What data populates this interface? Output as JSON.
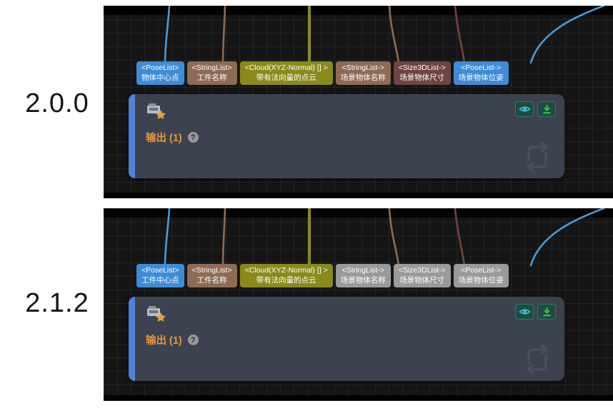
{
  "versions": [
    {
      "label": "2.0.0",
      "tags": [
        {
          "type": "<PoseList>",
          "name": "物体中心点",
          "color": "blue"
        },
        {
          "type": "<StringList>",
          "name": "工件名称",
          "color": "brown"
        },
        {
          "type": "<Cloud(XYZ-Normal) [] >",
          "name": "带有法向量的点云",
          "color": "olive"
        },
        {
          "type": "<StringList->",
          "name": "场景物体名称",
          "color": "brown"
        },
        {
          "type": "<Size3DList->",
          "name": "场景物体尺寸",
          "color": "maroon"
        },
        {
          "type": "<PoseList->",
          "name": "场景物体位姿",
          "color": "blue"
        }
      ],
      "node": {
        "output_label": "输出 (1)",
        "help_label": "?"
      }
    },
    {
      "label": "2.1.2",
      "tags": [
        {
          "type": "<PoseList>",
          "name": "工件中心点",
          "color": "blue"
        },
        {
          "type": "<StringList>",
          "name": "工件名称",
          "color": "brown"
        },
        {
          "type": "<Cloud(XYZ-Normal) [] >",
          "name": "带有法向量的点云",
          "color": "olive"
        },
        {
          "type": "<StringList->",
          "name": "场景物体名称",
          "color": "gray"
        },
        {
          "type": "<Size3DList->",
          "name": "场景物体尺寸",
          "color": "gray"
        },
        {
          "type": "<PoseList->",
          "name": "场景物体位姿",
          "color": "gray"
        }
      ],
      "node": {
        "output_label": "输出 (1)",
        "help_label": "?"
      }
    }
  ],
  "palette": {
    "tag_blue": "#3f8cd6",
    "tag_brown": "#8d6b55",
    "tag_olive": "#8a8a1c",
    "tag_maroon": "#6f4543",
    "tag_gray": "#9a9a9a",
    "node_bg": "#3d4250",
    "node_accent_blue": "#4f83d8",
    "output_text_orange": "#e8973c",
    "wire_blue": "#4a9bd8",
    "wire_brown": "#8d6b55",
    "wire_olive": "#8a8a1c",
    "wire_maroon": "#7a4040",
    "button_teal": "#3fc1c9",
    "button_green": "#43b94c",
    "canvas_bg": "#151515"
  }
}
